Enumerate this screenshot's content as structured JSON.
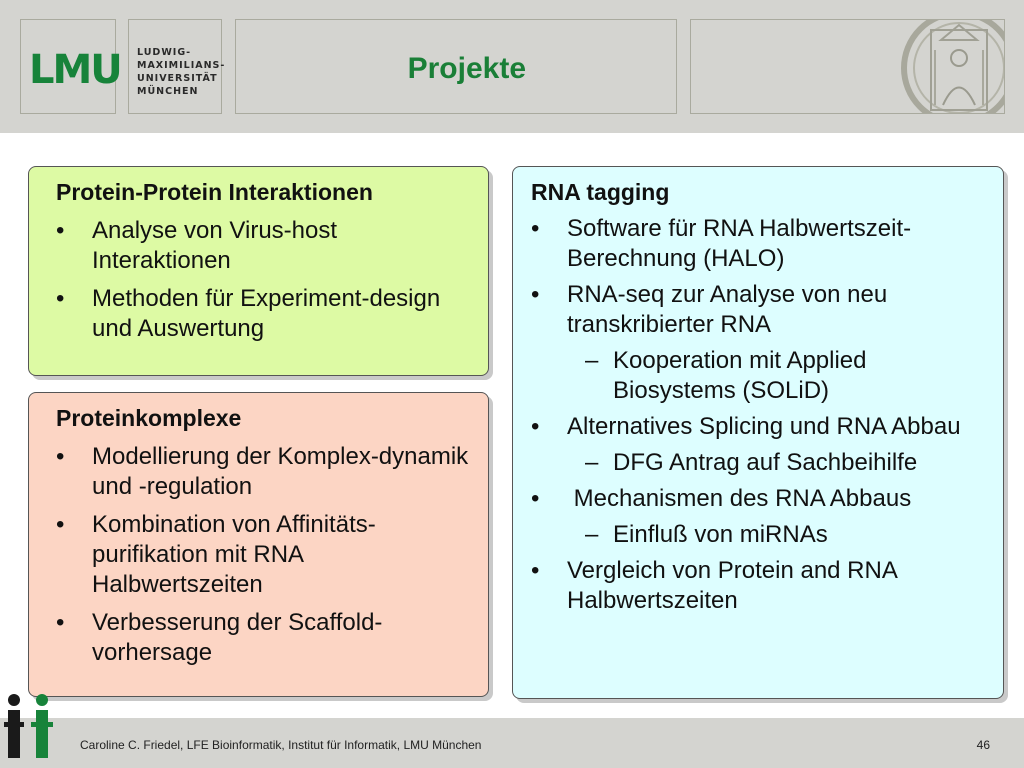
{
  "header": {
    "logo": "LMU",
    "university_lines": [
      "LUDWIG-",
      "MAXIMILIANS-",
      "UNIVERSITÄT",
      "MÜNCHEN"
    ],
    "title": "Projekte"
  },
  "panels": {
    "protein_protein": {
      "heading": "Protein-Protein Interaktionen",
      "items": [
        "Analyse von Virus-host Interaktionen",
        "Methoden für Experiment-design und Auswertung"
      ]
    },
    "proteinkomplexe": {
      "heading": "Proteinkomplexe",
      "items": [
        "Modellierung der Komplex-dynamik und -regulation",
        "Kombination von Affinitäts-purifikation mit RNA Halbwertszeiten",
        "Verbesserung der Scaffold-vorhersage"
      ]
    },
    "rna_tagging": {
      "heading": "RNA tagging",
      "items": [
        "Software für RNA Halbwertszeit-Berechnung (HALO)",
        "RNA-seq zur Analyse von neu transkribierter RNA",
        "Kooperation mit Applied Biosystems (SOLiD)",
        "Alternatives Splicing und RNA Abbau",
        "DFG Antrag auf Sachbeihilfe",
        " Mechanismen des RNA Abbaus",
        "Einfluß von miRNAs",
        "Vergleich von Protein and RNA Halbwertszeiten"
      ]
    }
  },
  "bullet": "•",
  "dash": "–",
  "footer": {
    "text": "Caroline C. Friedel, LFE Bioinformatik, Institut für Informatik, LMU München",
    "page": "46"
  },
  "colors": {
    "lmu_green": "#17833a",
    "panel_green": "#ddfaa4",
    "panel_salmon": "#fcd5c4",
    "panel_cyan": "#ddfeff",
    "header_gray": "#d4d4d0"
  }
}
